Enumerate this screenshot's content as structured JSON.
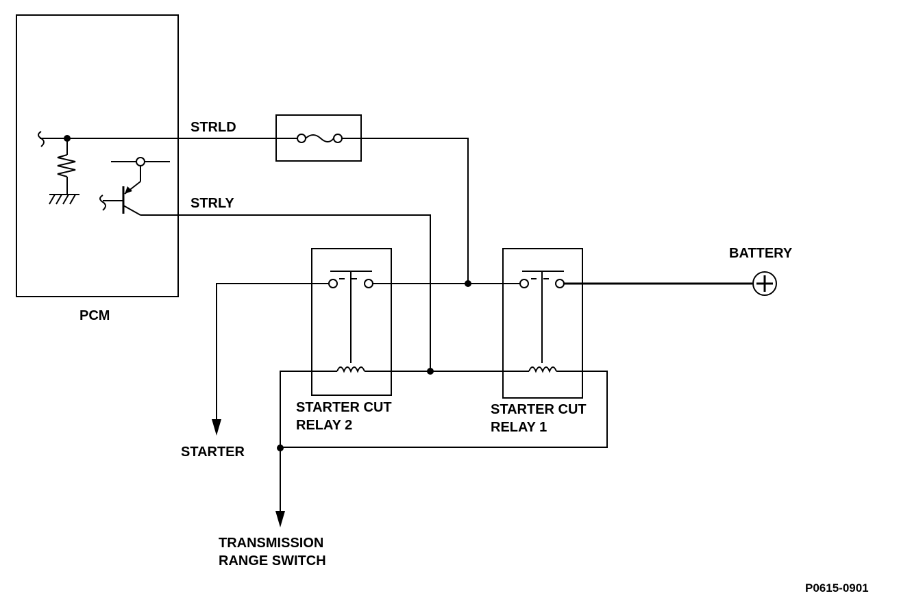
{
  "labels": {
    "pcm": "PCM",
    "strld": "STRLD",
    "strly": "STRLY",
    "battery": "BATTERY",
    "starter": "STARTER",
    "relay2_line1": "STARTER CUT",
    "relay2_line2": "RELAY 2",
    "relay1_line1": "STARTER CUT",
    "relay1_line2": "RELAY 1",
    "trs_line1": "TRANSMISSION",
    "trs_line2": "RANGE SWITCH",
    "figure_code": "P0615-0901"
  }
}
